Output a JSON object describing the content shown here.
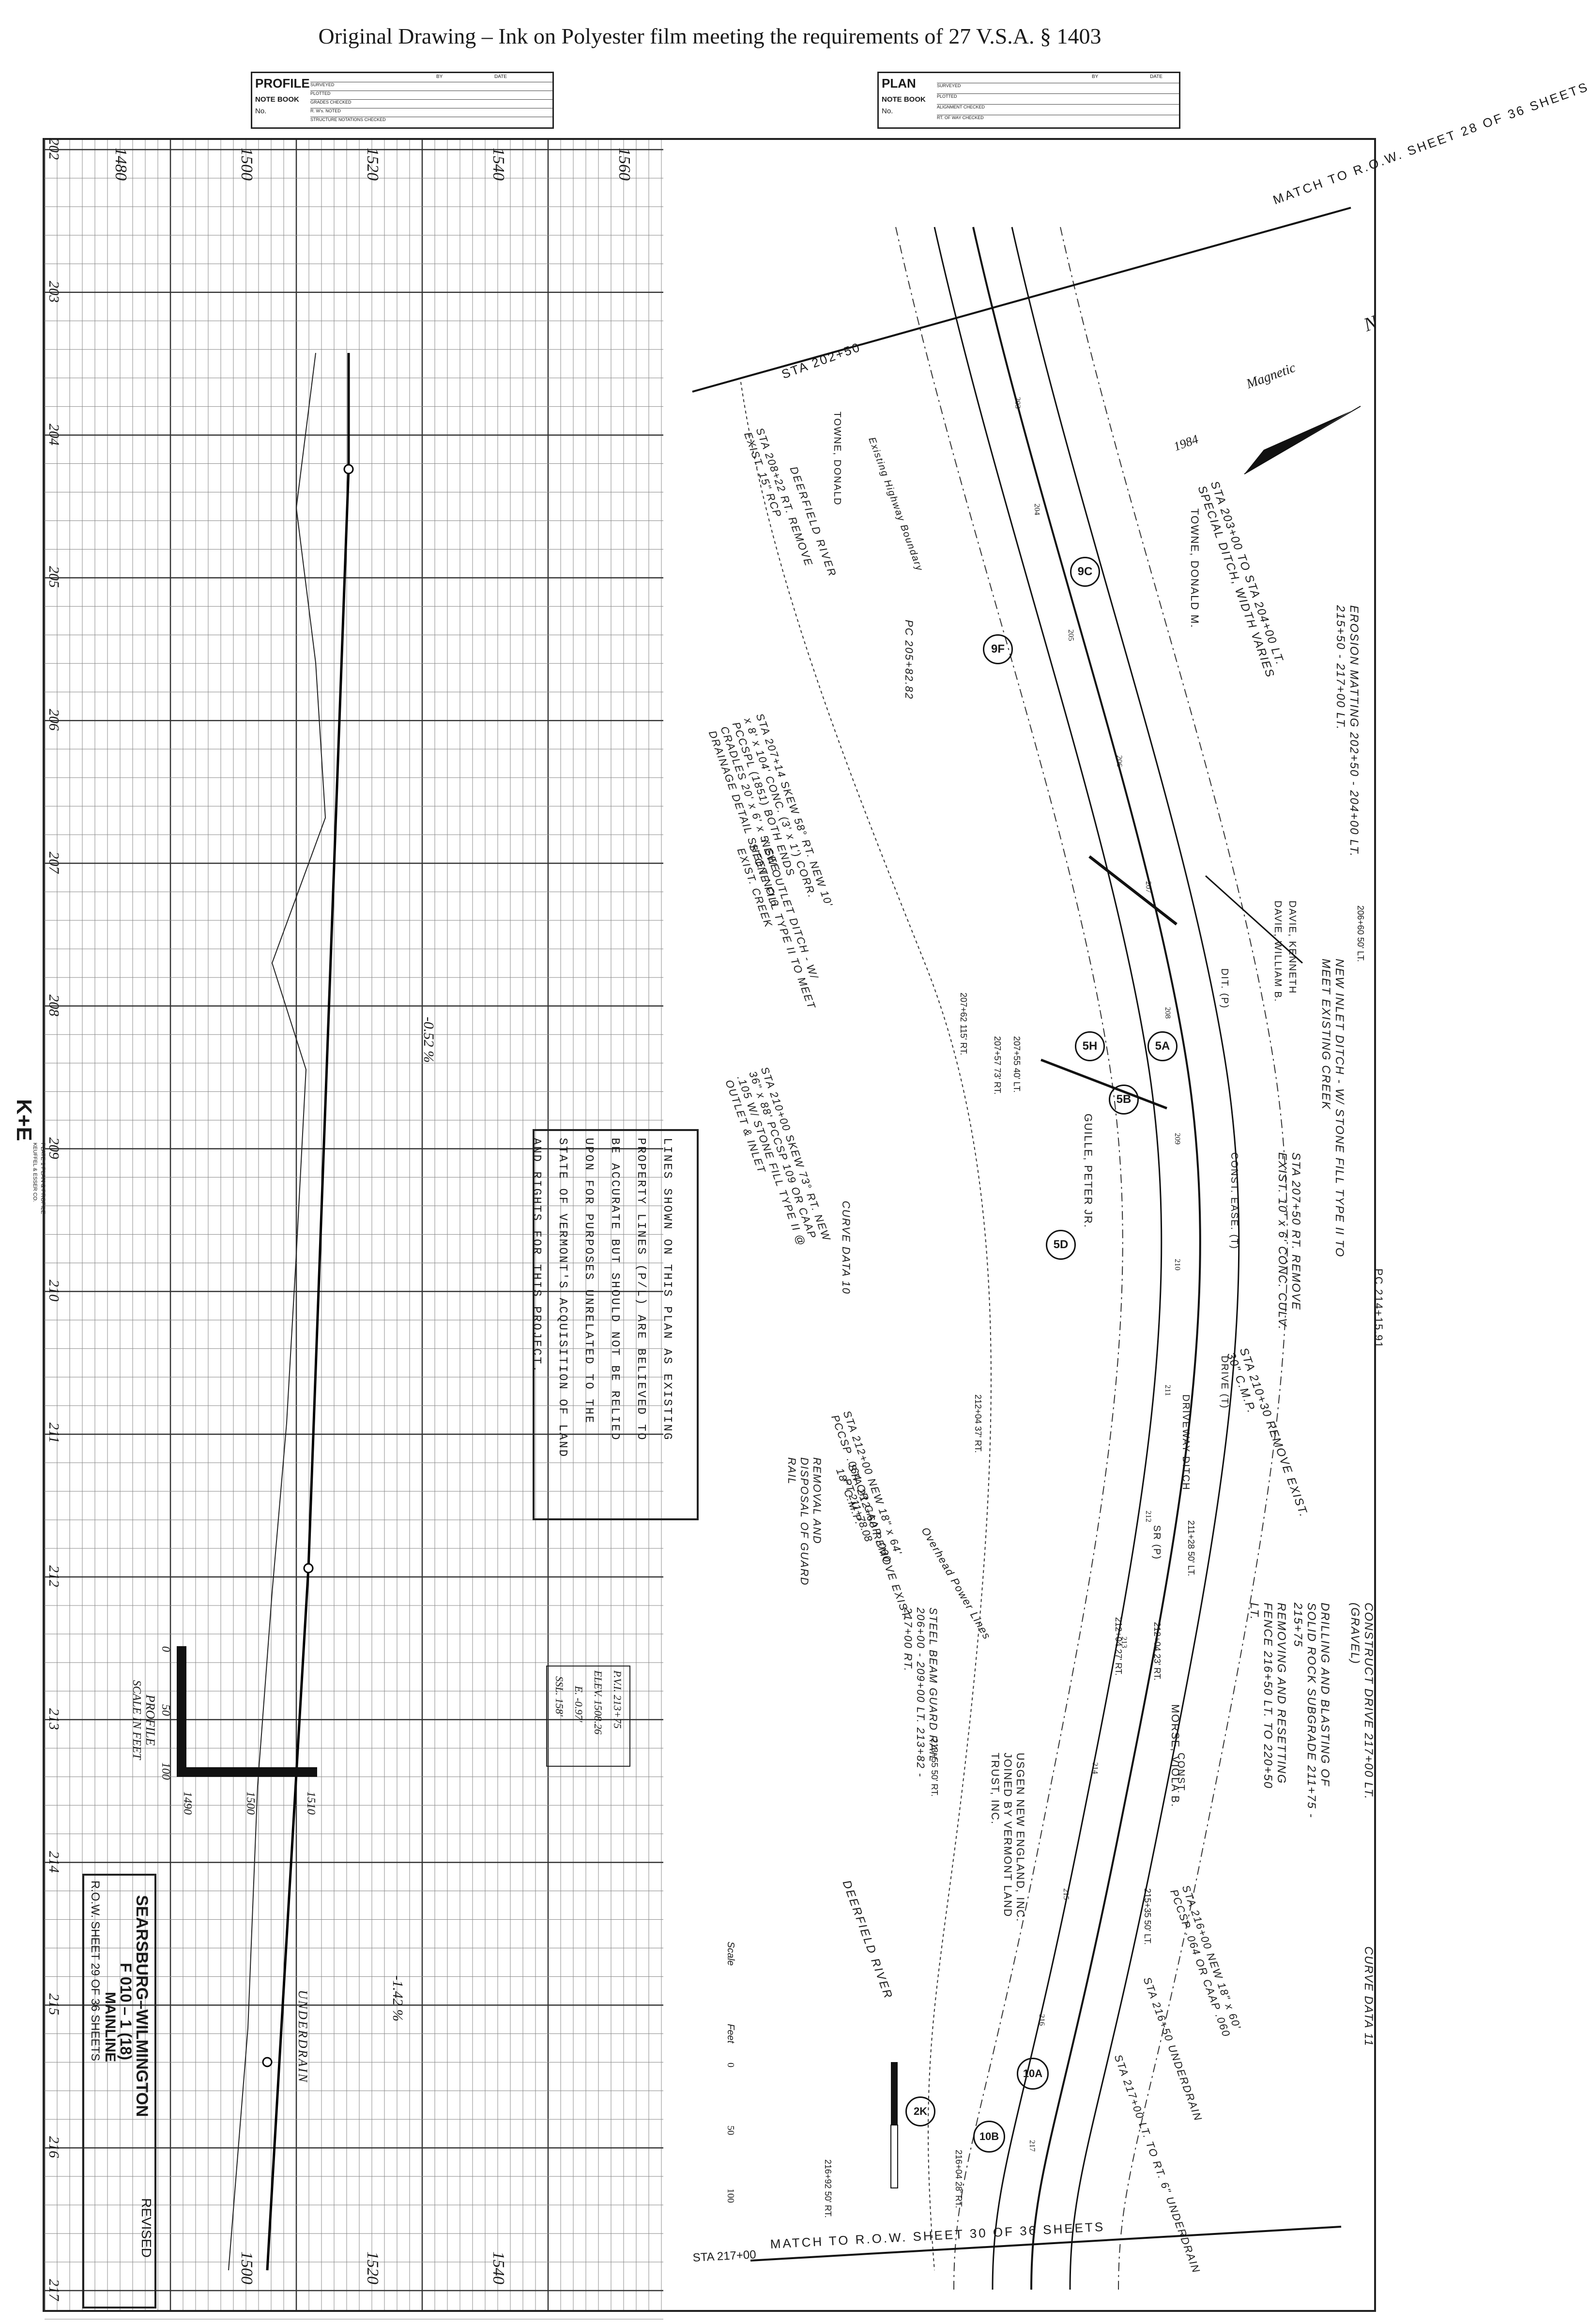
{
  "header": {
    "text": "Original Drawing – Ink on Polyester film meeting the requirements of 27 V.S.A. § 1403"
  },
  "profile_box": {
    "title": "PROFILE",
    "note_book": "NOTE BOOK",
    "no": "No.",
    "rows": [
      "SURVEYED",
      "PLOTTED",
      "GRADES CHECKED",
      "R. W's. NOTED",
      "STRUCTURE NOTATIONS CHECKED"
    ],
    "by": "BY",
    "date": "DATE"
  },
  "plan_box": {
    "title": "PLAN",
    "note_book": "NOTE BOOK",
    "no": "No.",
    "rows": [
      "SURVEYED",
      "PLOTTED",
      "ALIGNMENT CHECKED",
      "RT. OF WAY CHECKED"
    ],
    "by": "BY",
    "date": "DATE"
  },
  "profile": {
    "elevations": [
      "1480",
      "1500",
      "1520",
      "1540",
      "1560"
    ],
    "elevations_bottom": [
      "1500",
      "1520",
      "1540"
    ],
    "stations": [
      "202",
      "203",
      "204",
      "205",
      "206",
      "207",
      "208",
      "209",
      "210",
      "211",
      "212",
      "213",
      "214",
      "215",
      "216",
      "217"
    ],
    "grade_1": "-0.52 %",
    "grade_2": "-1.42 %",
    "pvi": [
      "P.V.I. 213+75",
      "ELEV. 1508.26",
      "E. -0.97'",
      "SSL. 158'"
    ],
    "scale_title": "PROFILE",
    "scale_sub": "SCALE IN FEET",
    "scale_h": [
      "0",
      "50",
      "100"
    ],
    "scale_v": [
      "1490",
      "1500",
      "1510"
    ],
    "underdrain": "UNDERDRAIN",
    "revised": "REVISED"
  },
  "note": {
    "lines": [
      "LINES SHOWN ON THIS PLAN AS EXISTING",
      "PROPERTY LINES (P/L) ARE BELIEVED TO",
      "BE ACCURATE BUT SHOULD NOT BE RELIED",
      "UPON FOR PURPOSES UNRELATED TO THE",
      "STATE OF VERMONT'S ACQUISITION OF LAND",
      "AND RIGHTS FOR THIS PROJECT."
    ]
  },
  "title_block": {
    "project": "SEARSBURG–WILMINGTON",
    "number": "F 010 – 1 (18)",
    "type": "MAINLINE",
    "sheet": "R.O.W. SHEET 29 OF 36 SHEETS"
  },
  "ke_logo": {
    "mark": "K+E",
    "sub1": "PLATE 1 PLAN & PROFILE",
    "sub2": "KEUFFEL & ESSER CO."
  },
  "plan": {
    "match_top": "MATCH TO R.O.W. SHEET 28 OF 36 SHEETS",
    "sta_top": "STA 202+50",
    "match_bottom": "MATCH TO R.O.W. SHEET 30 OF 36 SHEETS",
    "sta_bottom": "STA 217+00",
    "north": "N",
    "magnetic": "Magnetic",
    "magnetic_year": "1984",
    "notes": [
      "STA 203+00 TO STA 204+00 LT. SPECIAL DITCH, WIDTH VARIES",
      "EROSION MATTING 202+50 - 204+00 LT. 215+50 - 217+00 LT.",
      "NEW INLET DITCH - W/ STONE FILL TYPE II TO MEET EXISTING CREEK",
      "STA 207+50 RT. REMOVE EXIST. 10' x 6' CONC. CULV.",
      "STA 210+30 REMOVE EXIST. 30\" C.M.P.",
      "CONSTRUCT DRIVE 217+00 LT. (GRAVEL)",
      "DRILLING AND BLASTING OF SOLID ROCK SUBGRADE 211+75 - 215+75",
      "REMOVING AND RESETTING FENCE 216+50 LT. TO 220+50 LT.",
      "CURVE DATA 11",
      "STA 216+00 NEW 18\" x 60' PCCSP .064 OR CAAP .060",
      "STA 216+50 UNDERDRAIN",
      "STA 217+00 LT. TO RT. 6\" UNDERDRAIN",
      "USGEN NEW ENGLAND, INC. JOINED BY VERMONT LAND TRUST, INC.",
      "STEEL BEAM GUARD RAIL 206+00 - 209+00 LT. 213+82 - 217+00 RT.",
      "REMOVAL AND DISPOSAL OF GUARD RAIL",
      "STA 212+60 REMOVE EXIST. 18\" C.M.P.",
      "STA 212+00 NEW 18\" x 64' PCCSP .064 OR CAAP .060",
      "PT 211+78.08",
      "CURVE DATA 10",
      "STA 210+00 SKEW 73° RT. NEW 36\" x 88' PCCSP 109 OR CAAP .105 W/ STONE FILL TYPE II @ OUTLET & INLET",
      "NEW OUTLET DITCH - W/ STONE FILL TYPE II TO MEET EXIST. CREEK",
      "STA 207+14 SKEW 58° RT. NEW 10' x 8' x 104' CONC. (3' x 1') CORR. PCCSPL (1851) BOTH ENDS CRADLES 20' x 6' x 5' SEE DRAINAGE DETAIL SHEET NO 6",
      "STA 208+22 RT. REMOVE EXIST. 15\" RCP",
      "PC 205+82.82",
      "DEERFIELD RIVER",
      "DEERFIELD RIVER",
      "TOWNE, DONALD M.",
      "TOWNE, DONALD",
      "DAVIE, KENNETH",
      "DAVIE, WILLIAM B.",
      "GUILLE, PETER JR.",
      "MORSE, VIOLA B.",
      "CONST. EASE. (T)",
      "CONST.",
      "DRIVE (T)",
      "DIT. (P)",
      "SR (P)",
      "Overhead Power Lines",
      "Existing Highway Boundary",
      "PC 214+15.91",
      "DRIVEWAY DITCH",
      "Scale",
      "Feet"
    ],
    "circle_tags": [
      "9C",
      "9F",
      "5H",
      "5D",
      "5A",
      "5B",
      "10A",
      "10B",
      "2K"
    ],
    "stations": [
      "203",
      "204",
      "205",
      "206",
      "207",
      "208",
      "209",
      "210",
      "211",
      "212",
      "213",
      "214",
      "215",
      "216",
      "217"
    ],
    "offsets": [
      "206+60 50' LT.",
      "207+62 115' RT.",
      "207+55 40' LT.",
      "207+57 73' RT.",
      "212+04 37' RT.",
      "212+04 27' RT.",
      "211+28 50' LT.",
      "212+04 23' RT.",
      "213+55 50' RT.",
      "215+35 50' LT.",
      "216+92 50' RT.",
      "216+04 28' RT."
    ],
    "scale_ticks": [
      "0",
      "50",
      "100"
    ]
  }
}
